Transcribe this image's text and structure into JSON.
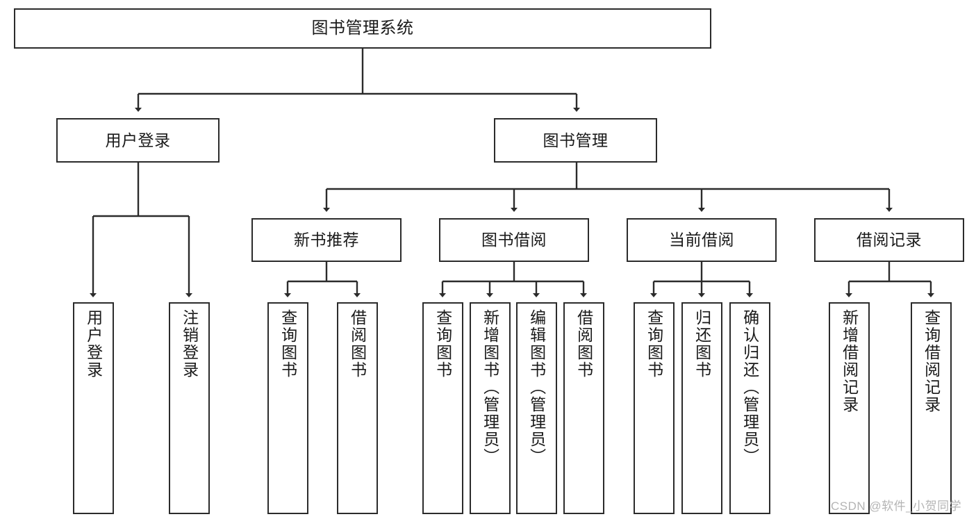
{
  "diagram": {
    "title": "图书管理系统",
    "type": "tree",
    "watermark": "CSDN @软件_小贺同学",
    "colors": {
      "stroke": "#2b2b2b",
      "fill": "#ffffff",
      "text": "#1a1a1a",
      "watermark": "#b4b4b4"
    },
    "nodes": {
      "root": {
        "label": "图书管理系统"
      },
      "level2": [
        {
          "label": "用户登录"
        },
        {
          "label": "图书管理"
        }
      ],
      "level3": [
        {
          "label": "新书推荐"
        },
        {
          "label": "图书借阅"
        },
        {
          "label": "当前借阅"
        },
        {
          "label": "借阅记录"
        }
      ],
      "leaves_user_login": [
        {
          "label": "用户登录"
        },
        {
          "label": "注销登录"
        }
      ],
      "leaves_new_book": [
        {
          "label": "查询图书"
        },
        {
          "label": "借阅图书"
        }
      ],
      "leaves_borrow": [
        {
          "label": "查询图书"
        },
        {
          "label": "新增图书（管理员）"
        },
        {
          "label": "编辑图书（管理员）"
        },
        {
          "label": "借阅图书"
        }
      ],
      "leaves_current": [
        {
          "label": "查询图书"
        },
        {
          "label": "归还图书"
        },
        {
          "label": "确认归还（管理员）"
        }
      ],
      "leaves_record": [
        {
          "label": "新增借阅记录"
        },
        {
          "label": "查询借阅记录"
        }
      ]
    }
  }
}
